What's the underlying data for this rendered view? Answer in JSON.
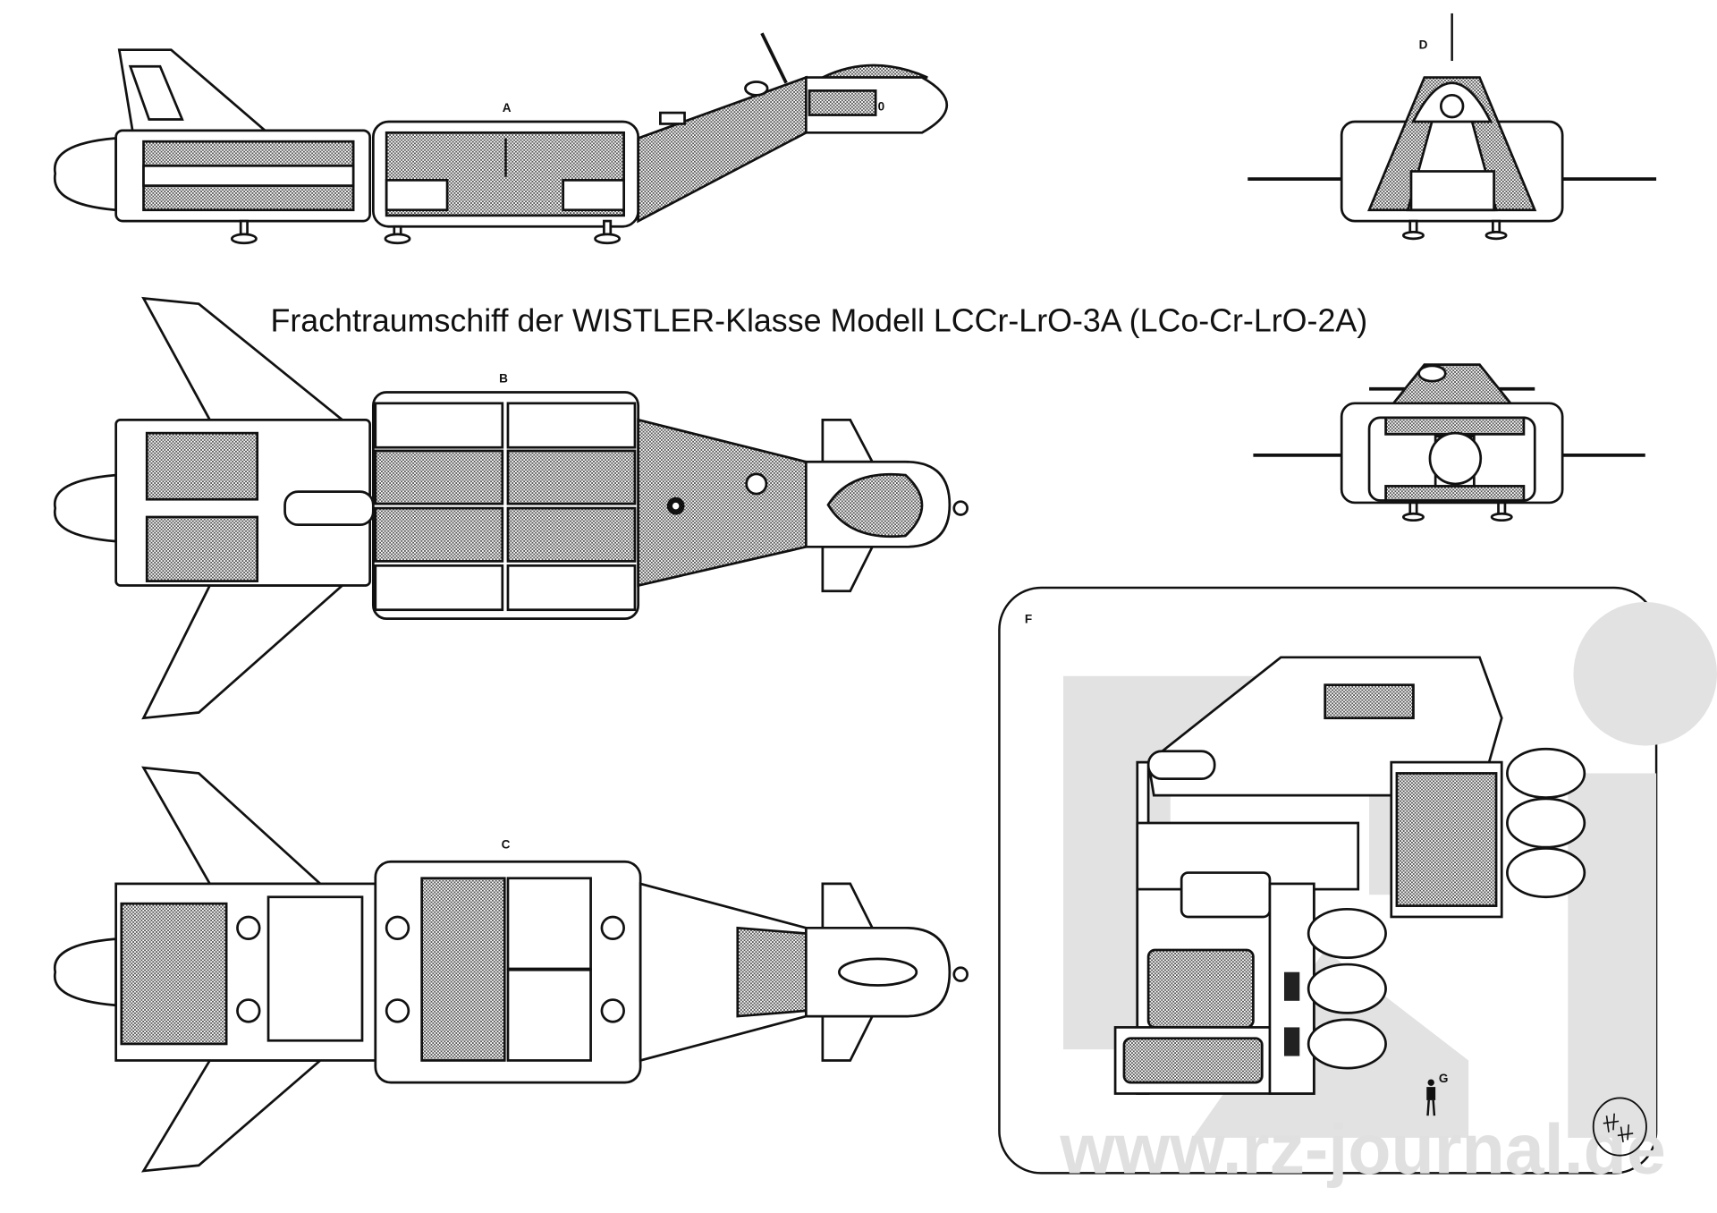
{
  "title": "Frachtraumschiff der WISTLER-Klasse  Modell LCCr-LrO-3A (LCo-Cr-LrO-2A)",
  "views": {
    "side": {
      "label": "A"
    },
    "top": {
      "label": "B"
    },
    "bottom": {
      "label": "C"
    },
    "front": {
      "label": "D"
    },
    "cutaway": {
      "label": "F"
    },
    "figure": {
      "label": "G"
    }
  },
  "watermark": "www.rz-journal.de",
  "signature": "H H",
  "colors": {
    "ink": "#111111",
    "watermark": "#e0e0e0",
    "paper": "#ffffff"
  }
}
